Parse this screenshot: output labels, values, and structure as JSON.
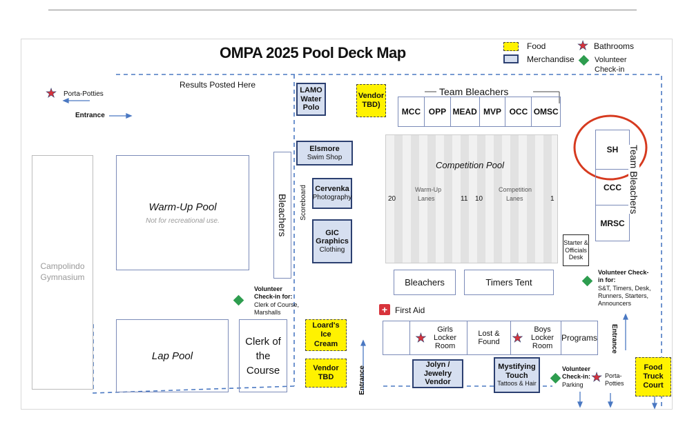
{
  "title": "OMPA 2025 Pool Deck Map",
  "legend": {
    "food": "Food",
    "merchandise": "Merchandise",
    "bathrooms": "Bathrooms",
    "volunteer": "Volunteer Check-in"
  },
  "labels": {
    "porta_potties_tl": "Porta-Potties",
    "entrance_tl": "Entrance",
    "results_posted": "Results Posted Here",
    "lamo": "LAMO Water Polo",
    "vendor_tbd_top": "Vendor TBD)",
    "team_bleachers_top": "Team Bleachers",
    "teams_top": [
      "MCC",
      "OPP",
      "MEAD",
      "MVP",
      "OCC",
      "OMSC"
    ],
    "elsmore_title": "Elsmore",
    "elsmore_sub": "Swim Shop",
    "cervenka_title": "Cervenka",
    "cervenka_sub": "Photography",
    "gic_title": "GIC Graphics",
    "gic_sub": "Clothing",
    "scoreboard": "Scoreboard",
    "bleachers_vertical": "Bleachers",
    "warmup_pool": "Warm-Up Pool",
    "warmup_note": "Not for recreational use.",
    "gym": "Campolindo Gymnasium",
    "competition_pool": "Competition Pool",
    "warmup_lanes_label": "Warm-Up",
    "warmup_lanes_text": "Lanes",
    "warmup_lane_start": "20",
    "warmup_lane_end": "11",
    "comp_lanes_label": "Competition",
    "comp_lanes_text": "Lanes",
    "comp_lane_start": "10",
    "comp_lane_end": "1",
    "team_bleachers_right": "Team Bleachers",
    "teams_right": [
      "SH",
      "CCC",
      "MRSC"
    ],
    "starter_desk": "Starter & Officials Desk",
    "bleachers_bottom": "Bleachers",
    "timers_tent": "Timers Tent",
    "vol_clerk_title": "Volunteer Check-in for:",
    "vol_clerk_sub": "Clerk of Course, Marshalls",
    "vol_right_title": "Volunteer Check-in for:",
    "vol_right_sub": "S&T, Timers, Desk, Runners, Starters, Announcers",
    "first_aid": "First Aid",
    "girls_locker": "Girls Locker Room",
    "lost_found": "Lost & Found",
    "boys_locker": "Boys Locker Room",
    "programs": "Programs",
    "entrance_right": "Entrance",
    "lap_pool": "Lap Pool",
    "clerk_course": "Clerk of the Course",
    "loards": "Loard's Ice Cream",
    "vendor_tbd_bottom": "Vendor TBD",
    "entrance_bottom": "Entrance",
    "jolyn": "Jolyn / Jewelry Vendor",
    "mystifying_title": "Mystifying Touch",
    "mystifying_sub": "Tattoos & Hair",
    "vol_parking_title": "Volunteer Check-in:",
    "vol_parking_sub": "Parking",
    "porta_potties_br": "Porta-Potties",
    "food_truck": "Food Truck Court"
  },
  "colors": {
    "food": "#fff200",
    "merchandise": "#d6dff0",
    "merch_border": "#2b3f70",
    "volunteer": "#2e9d4f",
    "bathroom_star": "#d8333b",
    "boundary": "#4a78c2",
    "highlight_circle": "#d63a1f"
  }
}
